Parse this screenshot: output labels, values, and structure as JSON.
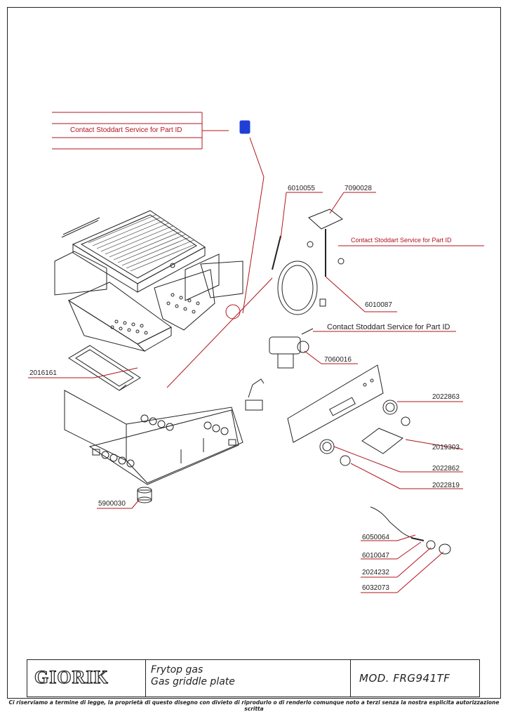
{
  "callouts": {
    "contact_top": "Contact Stoddart Service for Part ID",
    "p6010055": "6010055",
    "p7090028": "7090028",
    "contact_mid": "Contact Stoddart Service for Part ID",
    "p6010087": "6010087",
    "contact_valve": "Contact Stoddart Service for Part ID",
    "p7060016": "7060016",
    "p2016161": "2016161",
    "p2022863": "2022863",
    "p2019303": "2019303",
    "p2022862": "2022862",
    "p2022819": "2022819",
    "p5900030": "5900030",
    "p6050064": "6050064",
    "p6010047": "6010047",
    "p2024232": "2024232",
    "p6032073": "6032073"
  },
  "title_block": {
    "brand": "GIORIK",
    "description_it": "Frytop gas",
    "description_en": "Gas griddle plate",
    "model": "MOD. FRG941TF"
  },
  "footer": "Ci riserviamo a termine di legge, la proprietà di questo disegno con divieto di riprodurlo o di renderlo comunque noto a terzi senza la nostra esplicita autorizzazione scritta",
  "colors": {
    "leader": "#b0141e",
    "line": "#222222",
    "highlight": "#1f3fd6"
  }
}
